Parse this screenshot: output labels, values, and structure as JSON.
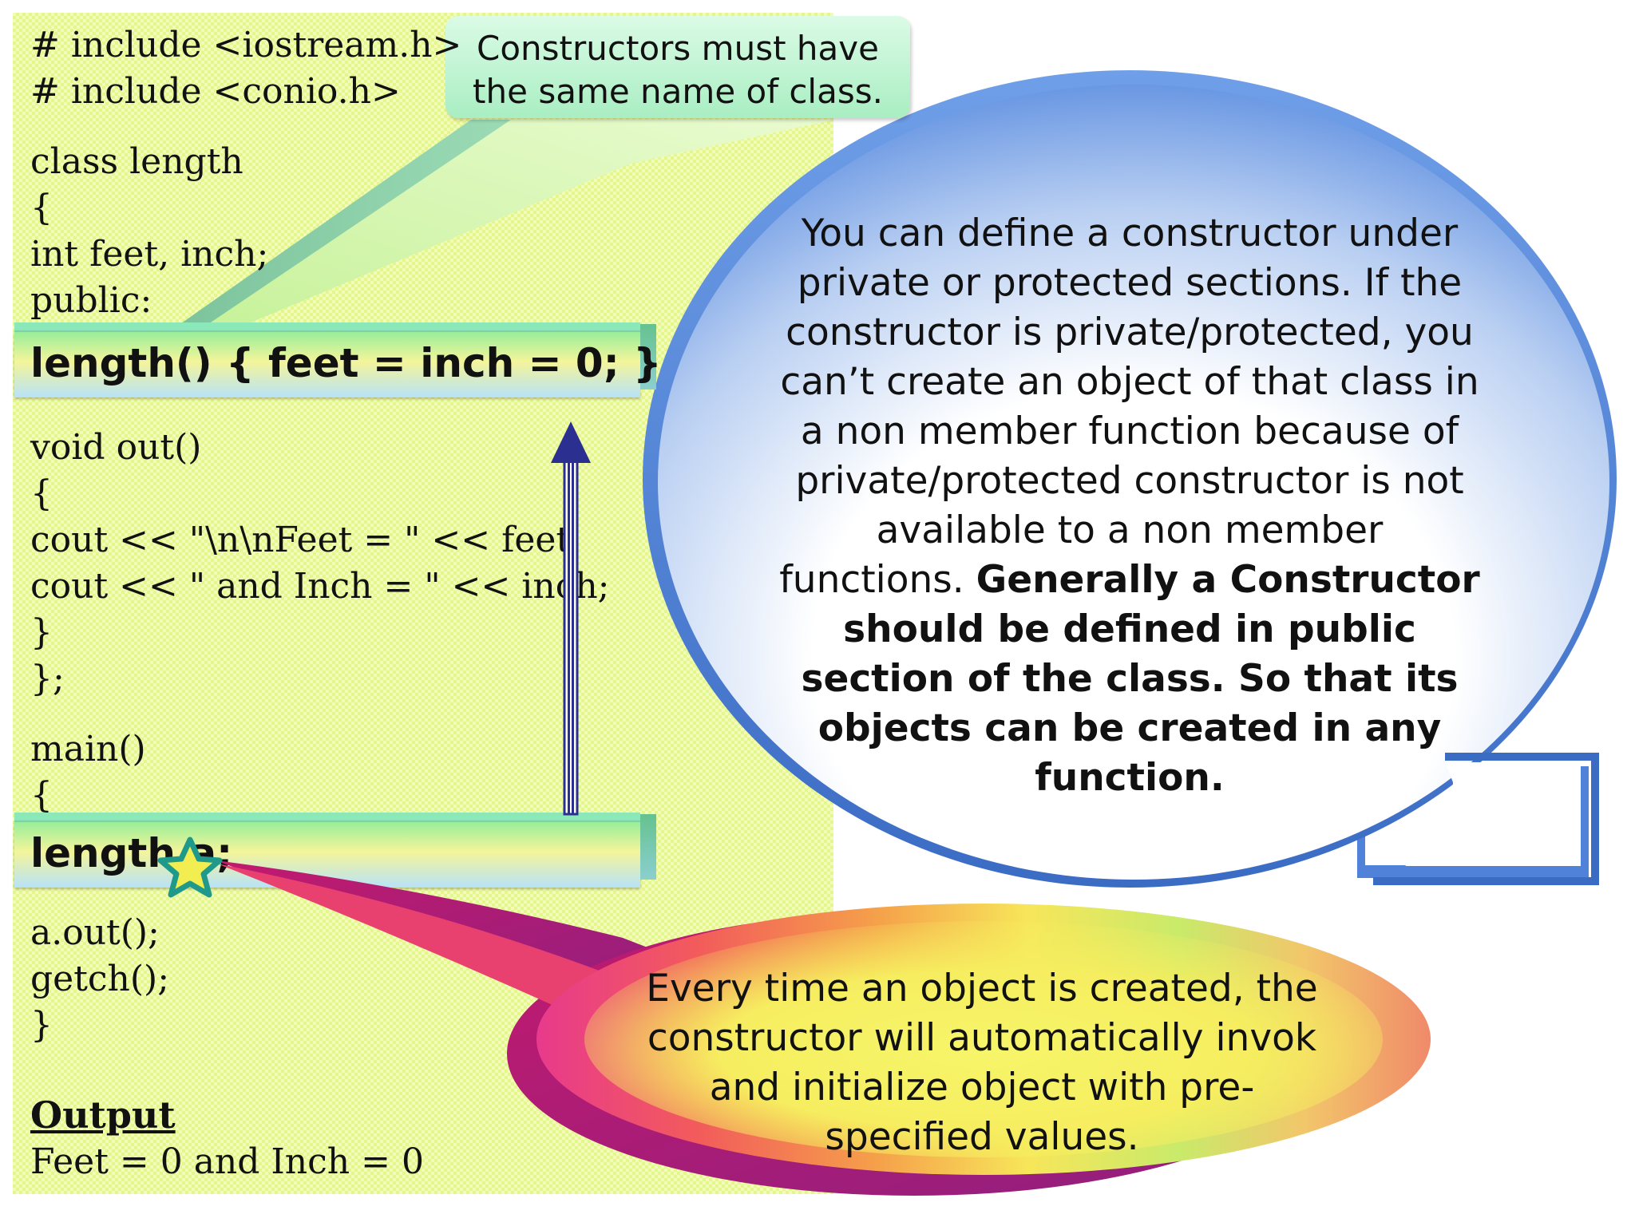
{
  "code": {
    "includes": "# include <iostream.h>\n# include <conio.h>",
    "class_head": "class length\n{\nint feet, inch;\npublic:",
    "constructor_line": "length() { feet = inch = 0; }",
    "out_function": "void out()\n{\ncout << \"\\n\\nFeet = \" << feet;\ncout << \" and Inch = \" << inch;\n}\n};",
    "main_head": "main()\n{",
    "object_line": "length a;",
    "main_tail": "a.out();\ngetch();\n}"
  },
  "output": {
    "heading": "Output",
    "value": "Feet = 0 and Inch = 0"
  },
  "callouts": {
    "same_name": "Constructors must have the same name of class.",
    "access_normal": "You can define a constructor under private or protected sections. If the constructor is private/protected, you can’t create an object of that class in a non member function because of private/protected constructor is not available to a non member functions.",
    "access_bold": "Generally a Constructor should be defined in public section of the class. So that its objects can be created in any function.",
    "auto_invoke": "Every time an object is created, the constructor will automatically invok and initialize object with pre-specified values."
  },
  "colors": {
    "blue_bubble": "#4a7fd6",
    "green_callout": "#b5f2cc",
    "arrow": "#2b2f8f",
    "star_fill": "#f2ee52",
    "star_stroke": "#1f9a8a"
  }
}
